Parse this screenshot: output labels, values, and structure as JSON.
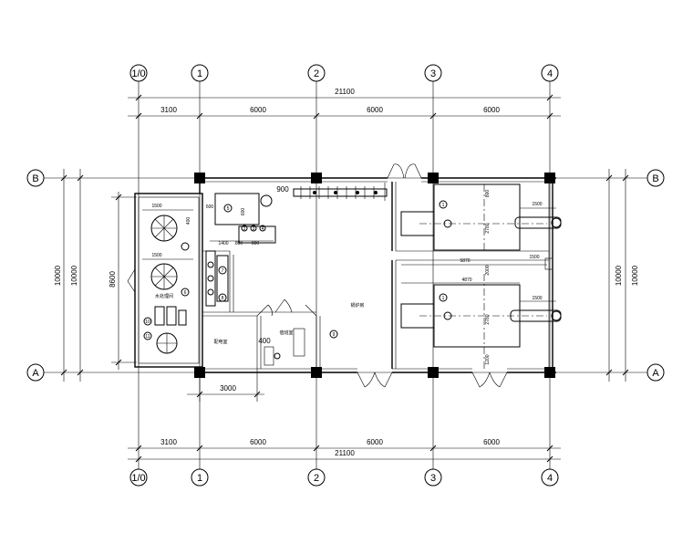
{
  "axes": {
    "columns": [
      "1/0",
      "1",
      "2",
      "3",
      "4"
    ],
    "rows": [
      "B",
      "A"
    ]
  },
  "dimensions": {
    "total": "21100",
    "bays": [
      "3100",
      "6000",
      "6000",
      "6000"
    ],
    "height_outer": "10000",
    "height_inner": "10000",
    "room_height": "8600",
    "left_bay_bottom": "3000"
  },
  "interior_dims": {
    "d900": "900",
    "d1500a": "1500",
    "d1500b": "1500",
    "d1500c": "1500",
    "d1500d": "1500",
    "d1500e": "1500",
    "d5870": "5870",
    "d4870": "4870",
    "d2780a": "2780",
    "d2780b": "2780",
    "d1400": "1400",
    "d800a": "800",
    "d800b": "800",
    "d600": "600",
    "d400": "400",
    "d2000": "2000",
    "d1200": "1200"
  },
  "room_labels": {
    "boiler_room": "锅炉房",
    "control_room": "值班室",
    "softwater_room": "水处理间",
    "small_room": "配电室"
  },
  "markers": [
    "1",
    "2",
    "3",
    "4",
    "5",
    "6",
    "7",
    "8",
    "9",
    "10",
    "11"
  ]
}
